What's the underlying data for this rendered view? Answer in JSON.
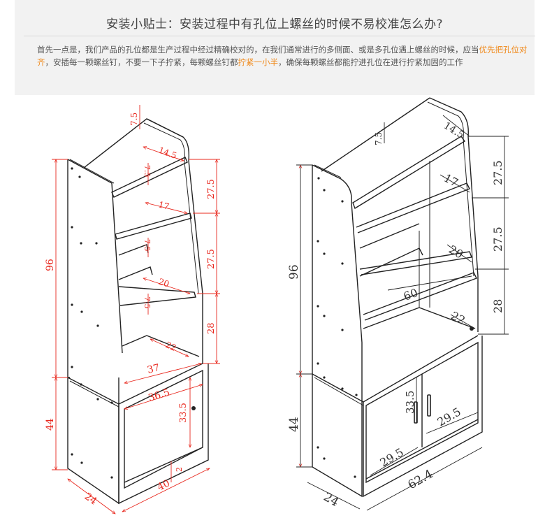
{
  "tip": {
    "title": "安装小贴士：安装过程中有孔位上螺丝的时候不易校准怎么办?",
    "text_1": "首先一点是，我们产品的孔位都是生产过程中经过精确校对的，在我们通常进行的多侧面、或是多孔位遇上螺丝的时候，应当",
    "highlight_1": "优先把孔位对齐",
    "text_2": "，安插每一颗螺丝钉，不要一下子拧紧，每颗螺丝钉都",
    "highlight_2": "拧紧一小半",
    "text_3": "，确保每颗螺丝都能拧进孔位在进行拧紧加固的工作"
  },
  "colors": {
    "dimension": "#e8281e",
    "drawing": "#222222",
    "highlight": "#f08a1c"
  },
  "left_diagram": {
    "height_total": "96",
    "height_cabinet": "44",
    "top_offset": "7.5",
    "shelf_gap_1": "27.5",
    "shelf_gap_2": "27.5",
    "shelf_gap_3": "28",
    "shelf_depth_1": "14.5",
    "shelf_depth_2": "17",
    "shelf_depth_3": "20",
    "shelf_depth_4": "22",
    "back_offset_1": "7.5",
    "back_offset_2": "7.5",
    "back_offset_3": "7.5",
    "width_shelf": "37",
    "width_inner": "36.5",
    "door_height": "33.5",
    "depth": "24",
    "width": "40",
    "kick": "2"
  },
  "right_diagram": {
    "height_total": "96",
    "height_cabinet": "44",
    "top_offset": "7.5",
    "shelf_gap_1": "27.5",
    "shelf_gap_2": "27.5",
    "shelf_gap_3": "28",
    "shelf_depth_1": "14.5",
    "shelf_depth_2": "17",
    "shelf_depth_3": "20",
    "shelf_depth_4": "22",
    "shelf_width": "60",
    "door_height": "33.5",
    "door_width_left": "29.5",
    "door_width_right": "29.5",
    "depth": "24",
    "width": "62.4"
  }
}
